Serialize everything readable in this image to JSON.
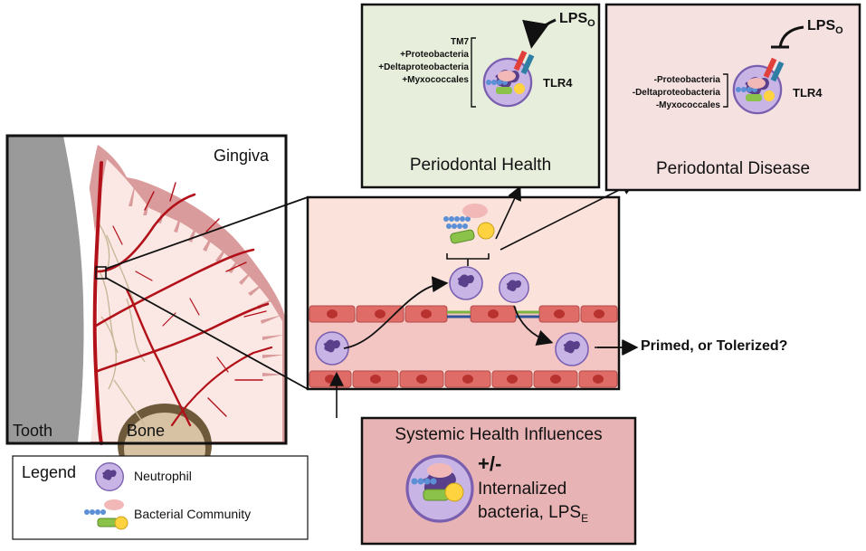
{
  "tissue_panel": {
    "gingiva_label": "Gingiva",
    "tooth_label": "Tooth",
    "bone_label": "Bone"
  },
  "health_box": {
    "title": "Periodontal Health",
    "lps_base": "LPS",
    "lps_sub": "O",
    "receptor": "TLR4",
    "taxa": [
      "TM7",
      "+Proteobacteria",
      "+Deltaproteobacteria",
      "+Myxococcales"
    ]
  },
  "disease_box": {
    "title": "Periodontal Disease",
    "lps_base": "LPS",
    "lps_sub": "O",
    "receptor": "TLR4",
    "taxa": [
      "-Proteobacteria",
      "-Deltaproteobacteria",
      "-Myxococcales"
    ]
  },
  "outcome_label": "Primed, or Tolerized?",
  "systemic_box": {
    "title": "Systemic Health Influences",
    "plus_minus": "+/-",
    "line1": "Internalized",
    "line2_base": "bacteria, LPS",
    "line2_sub": "E"
  },
  "legend": {
    "title": "Legend",
    "neutrophil": "Neutrophil",
    "community": "Bacterial Community"
  },
  "colors": {
    "health_fill": "#e8eedc",
    "disease_fill": "#f6e1e1",
    "systemic_fill": "#e7b3b5",
    "tissue_fill": "#fbe3dc",
    "vessel_wall": "#e06c68",
    "vessel_lumen": "#f3c6c4",
    "neutrophil": "#c9b4e6",
    "gingiva_edge": "#d99b9b",
    "blood_vessel": "#b3111a"
  }
}
